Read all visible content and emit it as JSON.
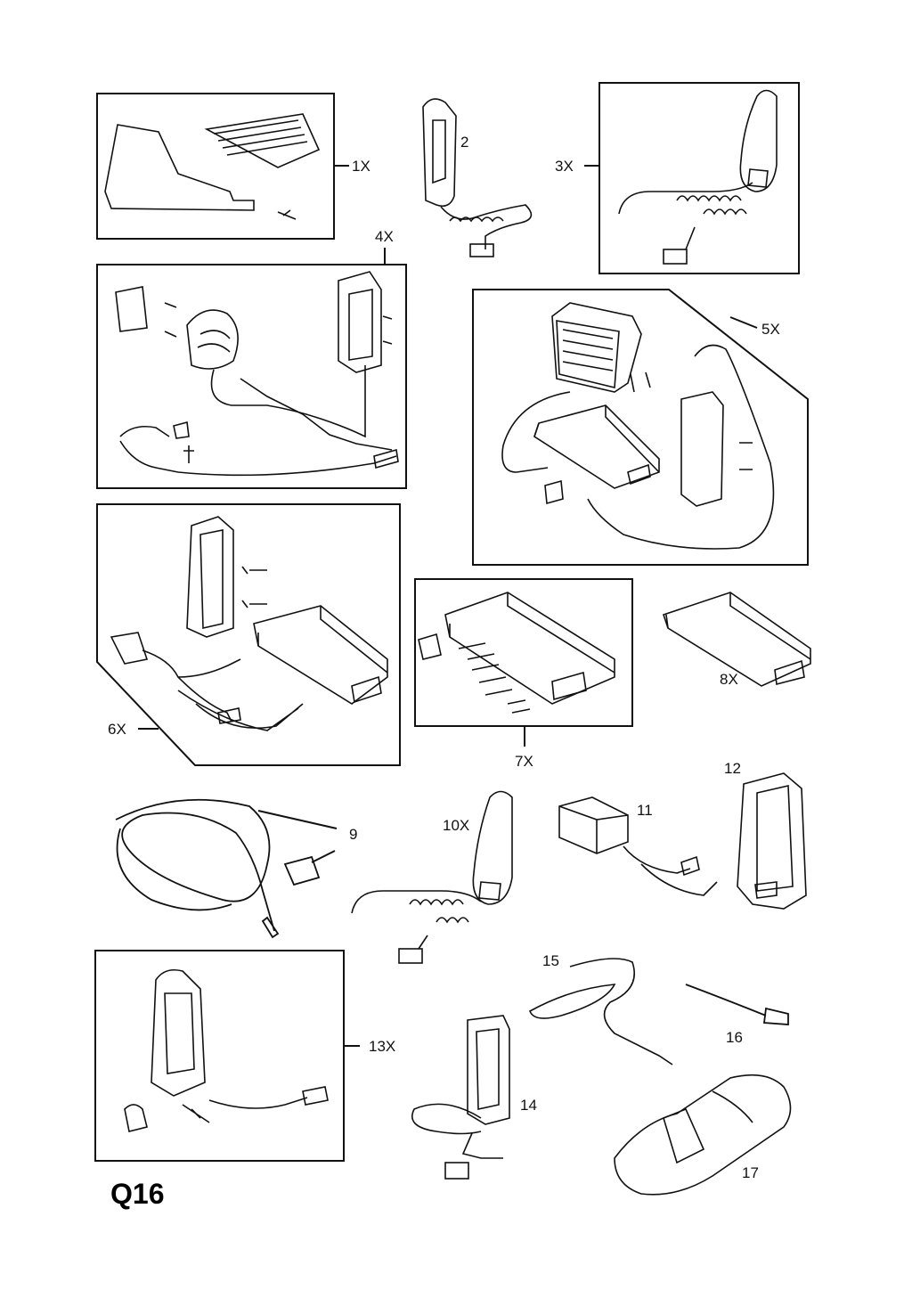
{
  "page": {
    "code": "Q16"
  },
  "callouts": {
    "c1": "1X",
    "c2": "2",
    "c3": "3X",
    "c4": "4X",
    "c5": "5X",
    "c6": "6X",
    "c7": "7X",
    "c8": "8X",
    "c9": "9",
    "c10": "10X",
    "c11": "11",
    "c12": "12",
    "c13": "13X",
    "c14": "14",
    "c15": "15",
    "c16": "16",
    "c17": "17"
  },
  "colors": {
    "line": "#111111",
    "paper": "#ffffff"
  },
  "icons": [
    "phone-holder-icon",
    "speaker-icon",
    "control-unit-icon",
    "cable-icon",
    "screw-icon",
    "microphone-icon",
    "antenna-icon",
    "cover-icon"
  ]
}
